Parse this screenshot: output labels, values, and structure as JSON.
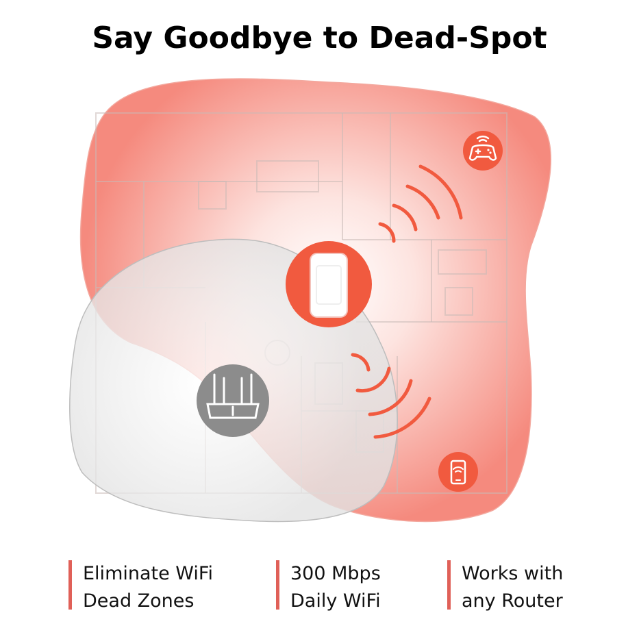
{
  "title": "Say Goodbye to Dead-Spot",
  "colors": {
    "accent": "#f15a3f",
    "coverage": "#f58a7e",
    "router_coverage": "#e6e6e6",
    "router_icon": "#8c8c8c",
    "feature_bar": "#e06058"
  },
  "icons": {
    "extender": "extender-icon",
    "router": "router-icon",
    "gamepad": "gamepad-icon",
    "phone": "phone-icon"
  },
  "features": [
    {
      "line1": "Eliminate WiFi",
      "line2": "Dead Zones"
    },
    {
      "line1": "300 Mbps",
      "line2": "Daily WiFi"
    },
    {
      "line1": "Works with",
      "line2": "any Router"
    }
  ]
}
